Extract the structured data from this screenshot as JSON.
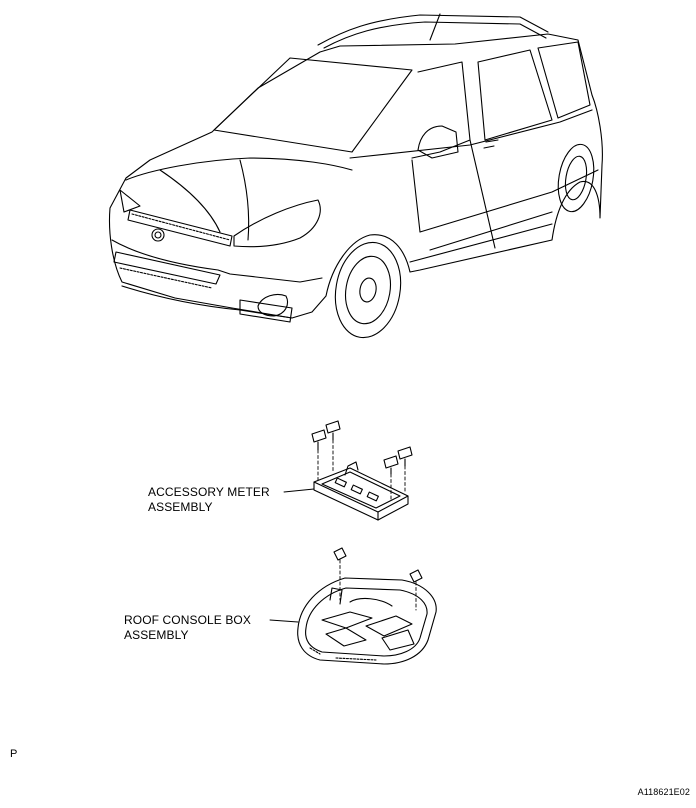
{
  "labels": {
    "accessory_meter_line1": "ACCESSORY METER",
    "accessory_meter_line2": "ASSEMBLY",
    "roof_console_line1": "ROOF CONSOLE BOX",
    "roof_console_line2": "ASSEMBLY"
  },
  "corner_mark": "P",
  "figure_code": "A118621E02",
  "colors": {
    "line": "#000000",
    "background": "#ffffff"
  }
}
